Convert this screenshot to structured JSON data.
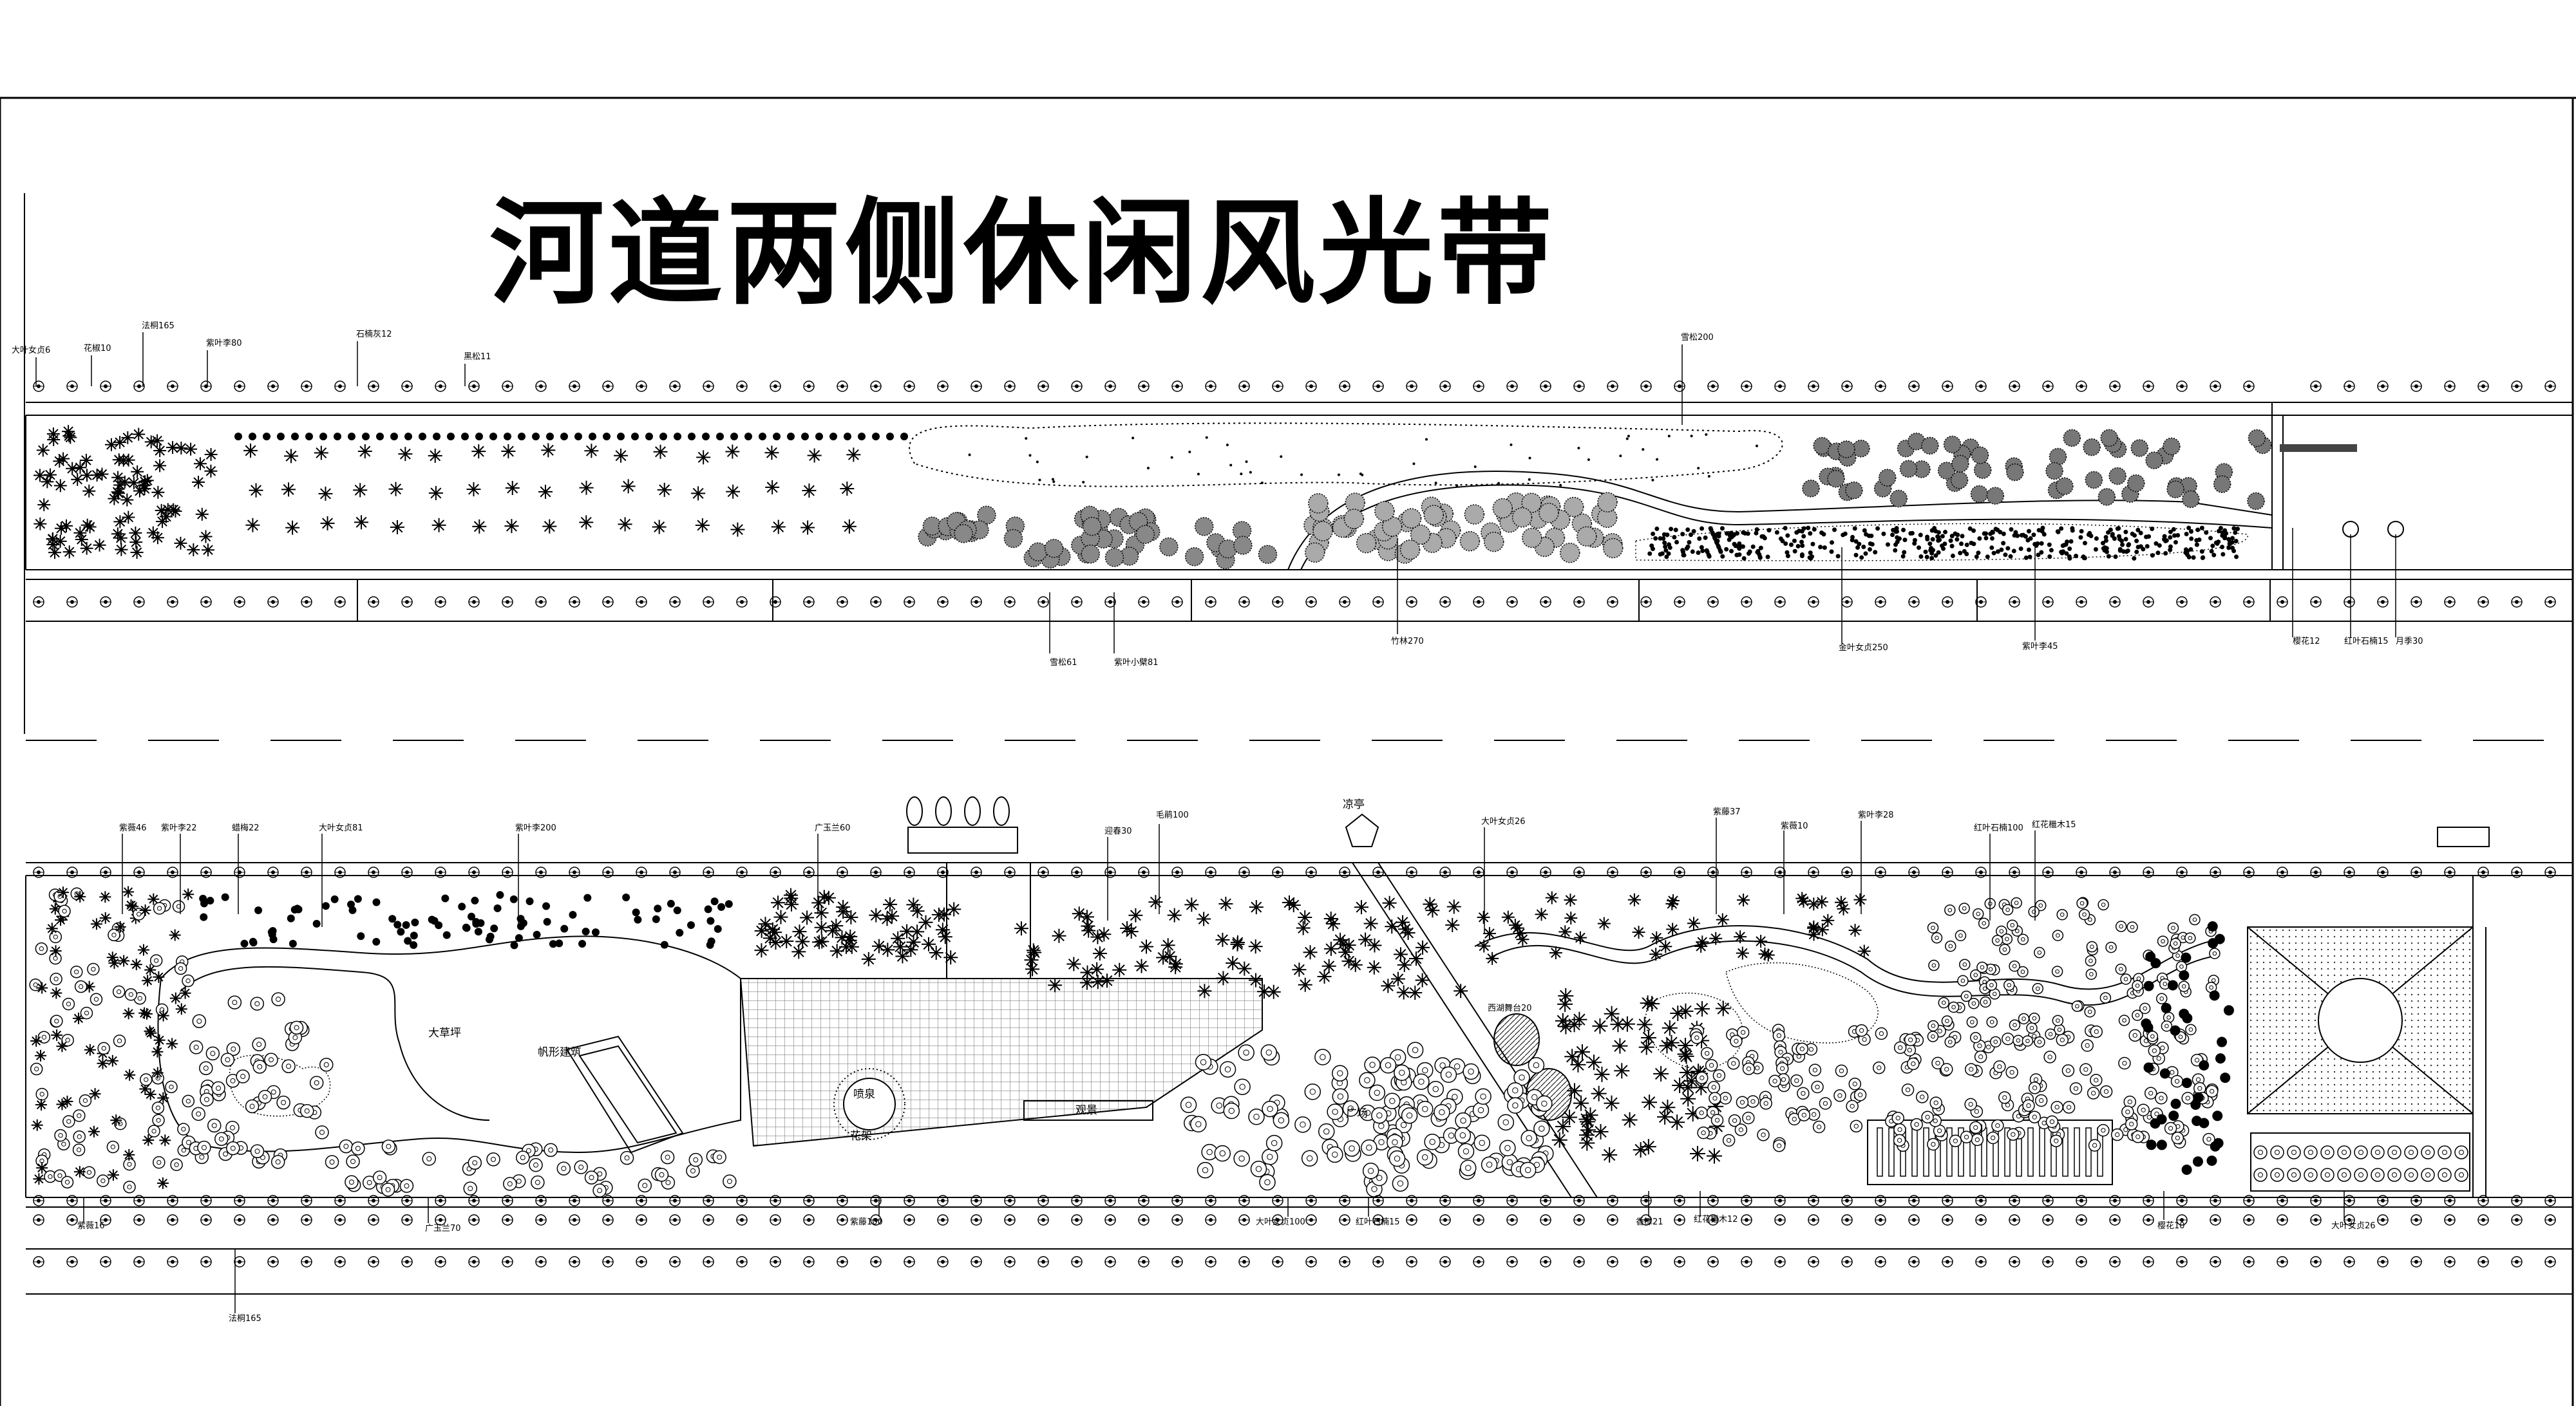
{
  "title": "河道两侧休闲风光带",
  "upper_strip": {
    "top_leaders": [
      "大叶女贞6",
      "花椒10",
      "法桐165",
      "紫叶李80",
      "石楠灰12",
      "黑松11",
      "雪松200"
    ],
    "bottom_leaders": [
      "雪松61",
      "紫叶小檗81",
      "竹林270",
      "金叶女贞250",
      "紫叶李45",
      "樱花12",
      "红叶石楠15",
      "月季30"
    ]
  },
  "lower_strip": {
    "top_leaders": [
      "紫薇46",
      "紫叶李22",
      "蜡梅22",
      "大叶女贞81",
      "紫叶李200",
      "广玉兰60",
      "迎春30",
      "毛鹃100",
      "大叶女贞26",
      "紫藤37",
      "紫薇10",
      "紫叶李28",
      "红叶石楠100",
      "红花檵木15"
    ],
    "places": {
      "lawn": "大草坪",
      "shaped_building": "帆形建筑",
      "fountain": "喷泉",
      "plaza": "花架",
      "platform": "观景",
      "pavilion": "凉亭",
      "path_square": "广场",
      "water_dance": "西湖舞台20"
    },
    "bottom_leaders": [
      "紫薇16",
      "广玉兰70",
      "紫藤100",
      "法桐165",
      "大叶女贞100",
      "红叶石楠15",
      "香樟21",
      "红花檵木12",
      "樱花10",
      "大叶女贞26"
    ]
  }
}
